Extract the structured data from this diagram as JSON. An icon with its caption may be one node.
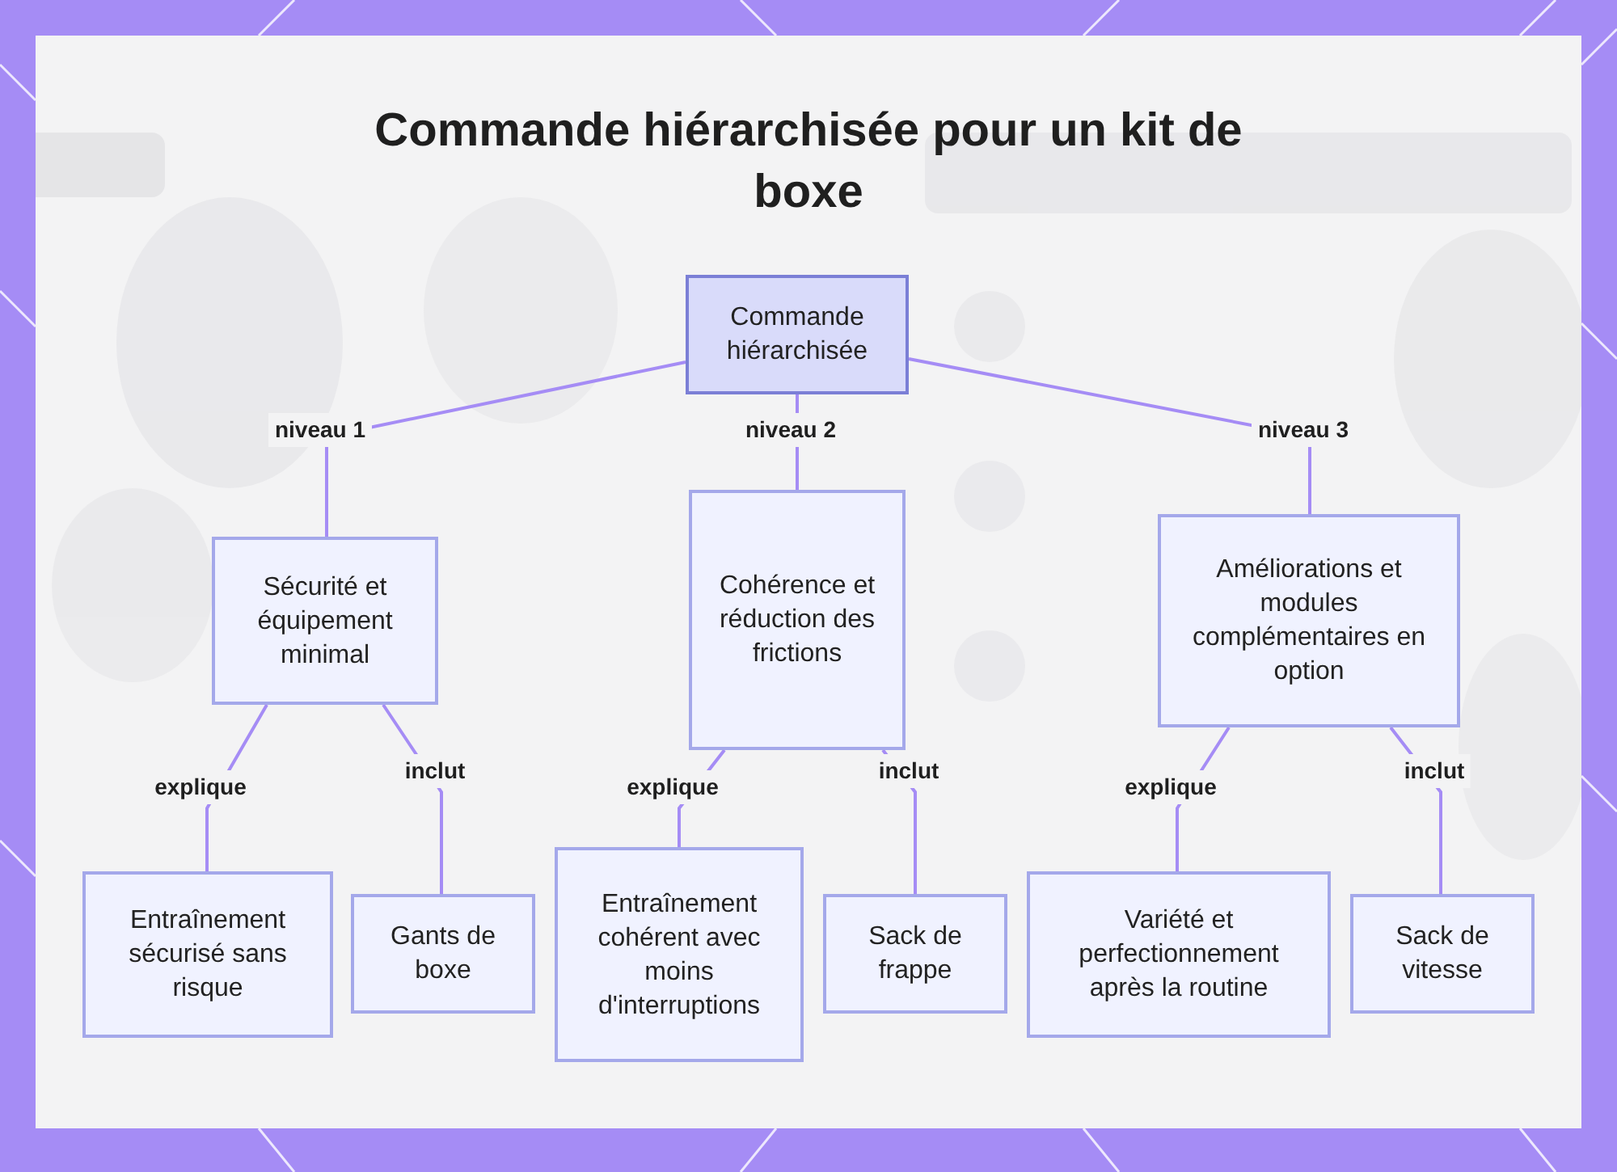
{
  "diagram": {
    "title": "Commande hiérarchisée pour un kit de boxe",
    "nodes": [
      {
        "text": [
          "Commande hiérarchisée"
        ]
      },
      {
        "text": [
          "Sécurité et équipement minimal"
        ]
      },
      {
        "text": [
          "Cohérence et réduction des frictions"
        ]
      },
      {
        "text": [
          "Améliorations et modules complémentaires en option"
        ]
      },
      {
        "text": [
          "Entraînement sécurisé sans risque"
        ]
      },
      {
        "text": [
          "Gants de boxe"
        ]
      },
      {
        "text": [
          "Entraînement cohérent avec moins d'interruptions"
        ]
      },
      {
        "text": [
          "Sack de frappe"
        ]
      },
      {
        "text": [
          "Variété et perfectionnement après la routine"
        ]
      },
      {
        "text": [
          "Sack de vitesse"
        ]
      }
    ],
    "edges": [
      {
        "from": 0,
        "to": 1,
        "arrow": "none",
        "label": "niveau 1"
      },
      {
        "from": 0,
        "to": 2,
        "arrow": "none",
        "label": "niveau 2"
      },
      {
        "from": 0,
        "to": 3,
        "arrow": "none",
        "label": "niveau 3"
      },
      {
        "from": 1,
        "to": 4,
        "arrow": "none",
        "label": "explique"
      },
      {
        "from": 1,
        "to": 5,
        "arrow": "none",
        "label": "inclut"
      },
      {
        "from": 2,
        "to": 6,
        "arrow": "none",
        "label": "explique"
      },
      {
        "from": 2,
        "to": 7,
        "arrow": "none",
        "label": "inclut"
      },
      {
        "from": 3,
        "to": 8,
        "arrow": "none",
        "label": "explique"
      },
      {
        "from": 3,
        "to": 9,
        "arrow": "none",
        "label": "inclut"
      }
    ]
  }
}
